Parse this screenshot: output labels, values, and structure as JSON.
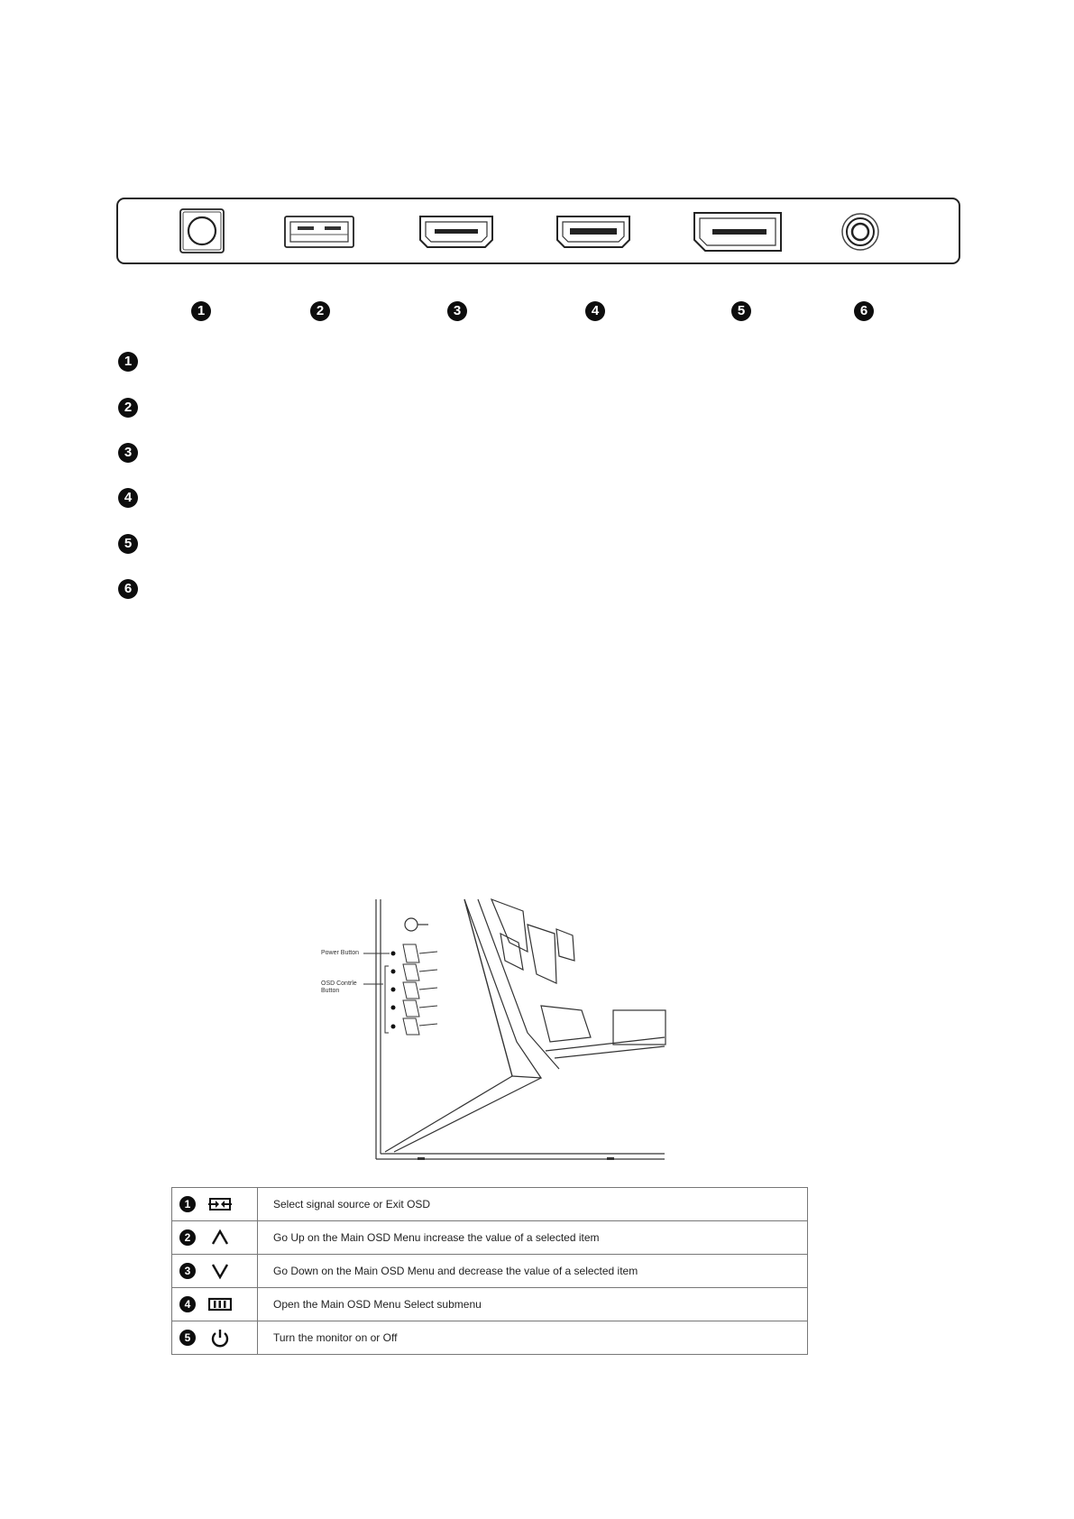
{
  "port_markers": [
    "1",
    "2",
    "3",
    "4",
    "5",
    "6"
  ],
  "ports": [
    {
      "number": "1",
      "icon": "dc-power-jack-icon"
    },
    {
      "number": "2",
      "icon": "usb-port-icon"
    },
    {
      "number": "3",
      "icon": "hdmi-port-icon"
    },
    {
      "number": "4",
      "icon": "hdmi-port-icon"
    },
    {
      "number": "5",
      "icon": "displayport-icon"
    },
    {
      "number": "6",
      "icon": "audio-jack-icon"
    }
  ],
  "port_list_markers": [
    "1",
    "2",
    "3",
    "4",
    "5",
    "6"
  ],
  "side_view": {
    "power_label": "Power Button",
    "osd_label_line1": "OSD Contrle",
    "osd_label_line2": "Button"
  },
  "osd_buttons": [
    {
      "number": "1",
      "icon": "source-exit-icon",
      "description": "Select signal source or Exit OSD"
    },
    {
      "number": "2",
      "icon": "chevron-up-icon",
      "description": "Go Up on the Main OSD Menu increase the value of a selected item"
    },
    {
      "number": "3",
      "icon": "chevron-down-icon",
      "description": "Go Down on the Main OSD Menu and decrease the value of a selected item"
    },
    {
      "number": "4",
      "icon": "menu-icon",
      "description": "Open the Main OSD Menu Select submenu"
    },
    {
      "number": "5",
      "icon": "power-icon",
      "description": "Turn the monitor on or Off"
    }
  ]
}
